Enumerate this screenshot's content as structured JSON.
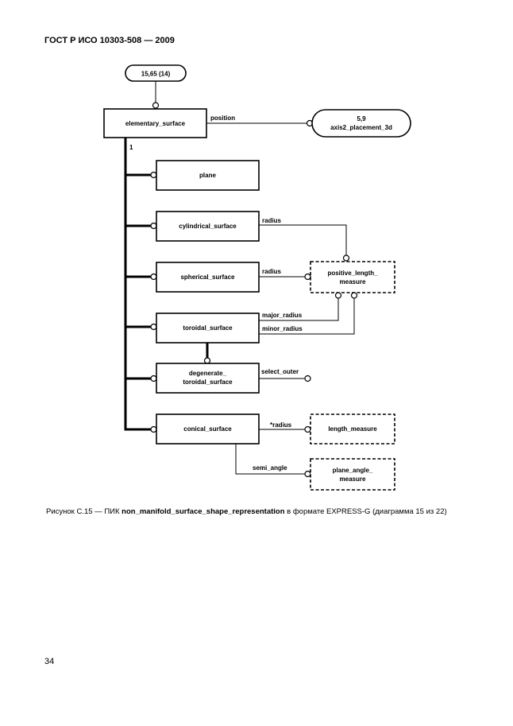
{
  "header": "ГОСТ Р ИСО 10303-508 — 2009",
  "page_number": "34",
  "caption": {
    "prefix": "Рисунок С.15 — ПИК ",
    "bold": "non_manifold_surface_shape_representation",
    "suffix": " в формате EXPRESS-G (диаграмма 15 из 22)"
  },
  "diagram": {
    "page_ref_top": "15,65 (14)",
    "page_ref_right": {
      "line1": "5,9",
      "line2": "axis2_placement_3d"
    },
    "cardinality": "1",
    "entities": {
      "elementary_surface": "elementary_surface",
      "plane": "plane",
      "cylindrical_surface": "cylindrical_surface",
      "spherical_surface": "spherical_surface",
      "toroidal_surface": "toroidal_surface",
      "degenerate_toroidal_surface": {
        "line1": "degenerate_",
        "line2": "toroidal_surface"
      },
      "conical_surface": "conical_surface"
    },
    "types": {
      "positive_length_measure": {
        "line1": "positive_length_",
        "line2": "measure"
      },
      "length_measure": "length_measure",
      "plane_angle_measure": {
        "line1": "plane_angle_",
        "line2": "measure"
      }
    },
    "attributes": {
      "position": "position",
      "radius_cyl": "radius",
      "radius_sph": "radius",
      "major_radius": "major_radius",
      "minor_radius": "minor_radius",
      "select_outer": "select_outer",
      "radius_conical": "*radius",
      "semi_angle": "semi_angle"
    }
  }
}
